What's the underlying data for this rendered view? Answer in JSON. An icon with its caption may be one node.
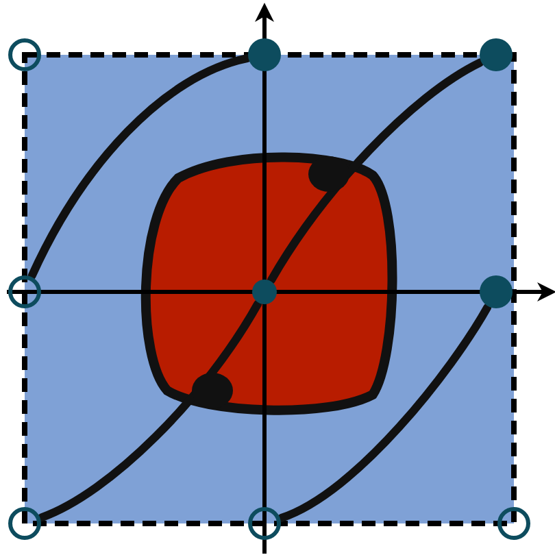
{
  "diagram": {
    "nodes": [
      {
        "text": [],
        "shape": "circle"
      },
      {
        "text": [],
        "shape": "circle"
      },
      {
        "text": [],
        "shape": "circle"
      },
      {
        "text": [],
        "shape": "circle"
      },
      {
        "text": [],
        "shape": "circle"
      },
      {
        "text": [],
        "shape": "circle"
      },
      {
        "text": [],
        "shape": "circle"
      },
      {
        "text": [],
        "shape": "circle"
      },
      {
        "text": [],
        "shape": "circle"
      }
    ],
    "edges": [
      {
        "from": 3,
        "to": 1,
        "arrow": "none"
      },
      {
        "from": 6,
        "to": 4,
        "arrow": "none"
      },
      {
        "from": 4,
        "to": 2,
        "arrow": "none"
      },
      {
        "from": 7,
        "to": 5,
        "arrow": "none"
      }
    ]
  }
}
